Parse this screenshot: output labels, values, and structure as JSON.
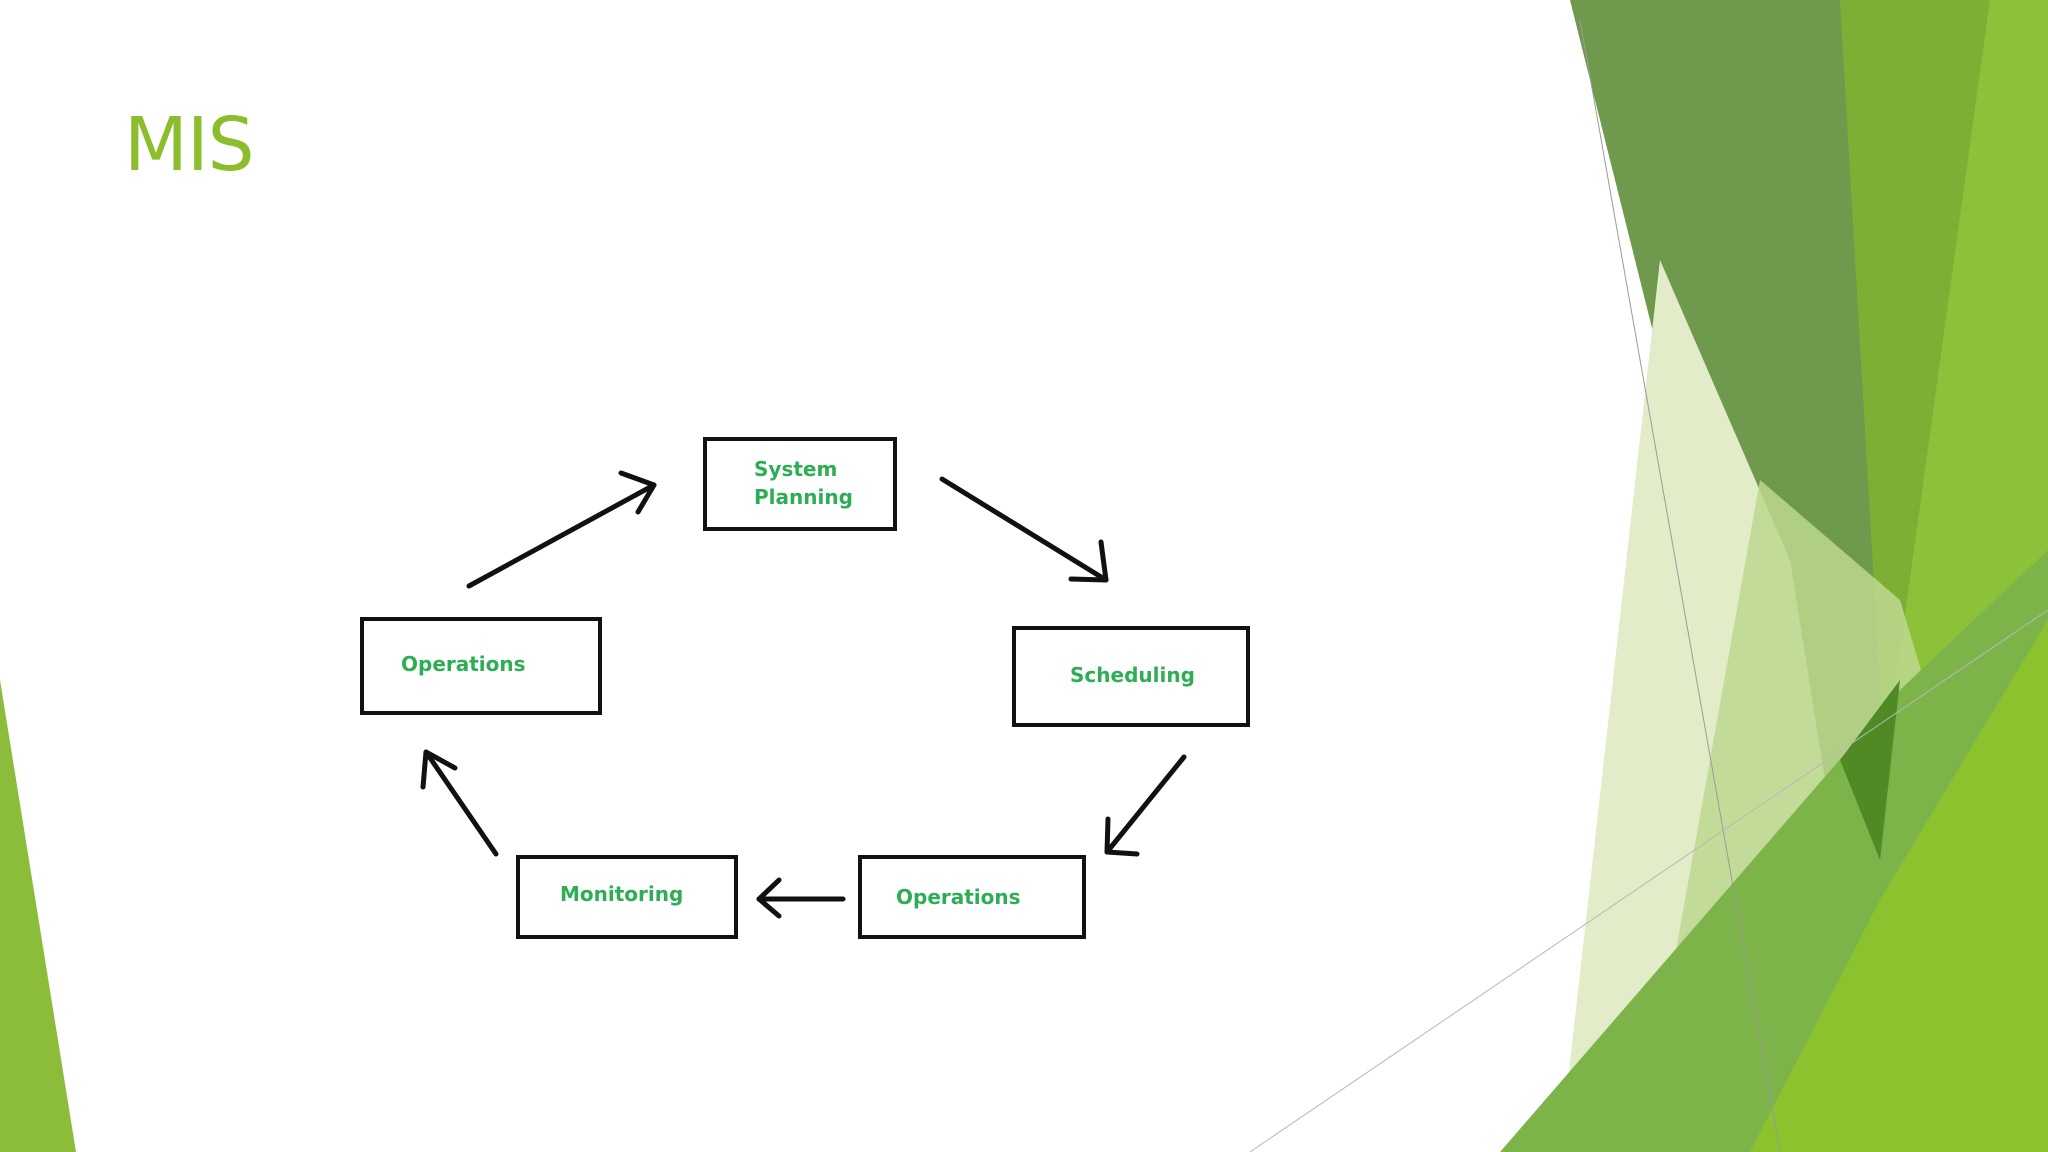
{
  "slide": {
    "title": "MIS"
  },
  "diagram": {
    "nodes": [
      {
        "id": "system-planning",
        "lines": [
          "System",
          "Planning"
        ]
      },
      {
        "id": "scheduling",
        "lines": [
          "Scheduling"
        ]
      },
      {
        "id": "operations-right",
        "lines": [
          "Operations"
        ]
      },
      {
        "id": "monitoring",
        "lines": [
          "Monitoring"
        ]
      },
      {
        "id": "operations-left",
        "lines": [
          "Operations"
        ]
      }
    ],
    "flow": [
      "system-planning",
      "scheduling",
      "operations-right",
      "monitoring",
      "operations-left",
      "system-planning"
    ],
    "label_color": "#2dae55",
    "box_border_color": "#111111",
    "arrow_color": "#111111"
  },
  "theme": {
    "accent_green": "#8cbd2c",
    "dark_green": "#6a9a44",
    "mid_green": "#7cb342",
    "light_green": "#dfe9c6"
  }
}
